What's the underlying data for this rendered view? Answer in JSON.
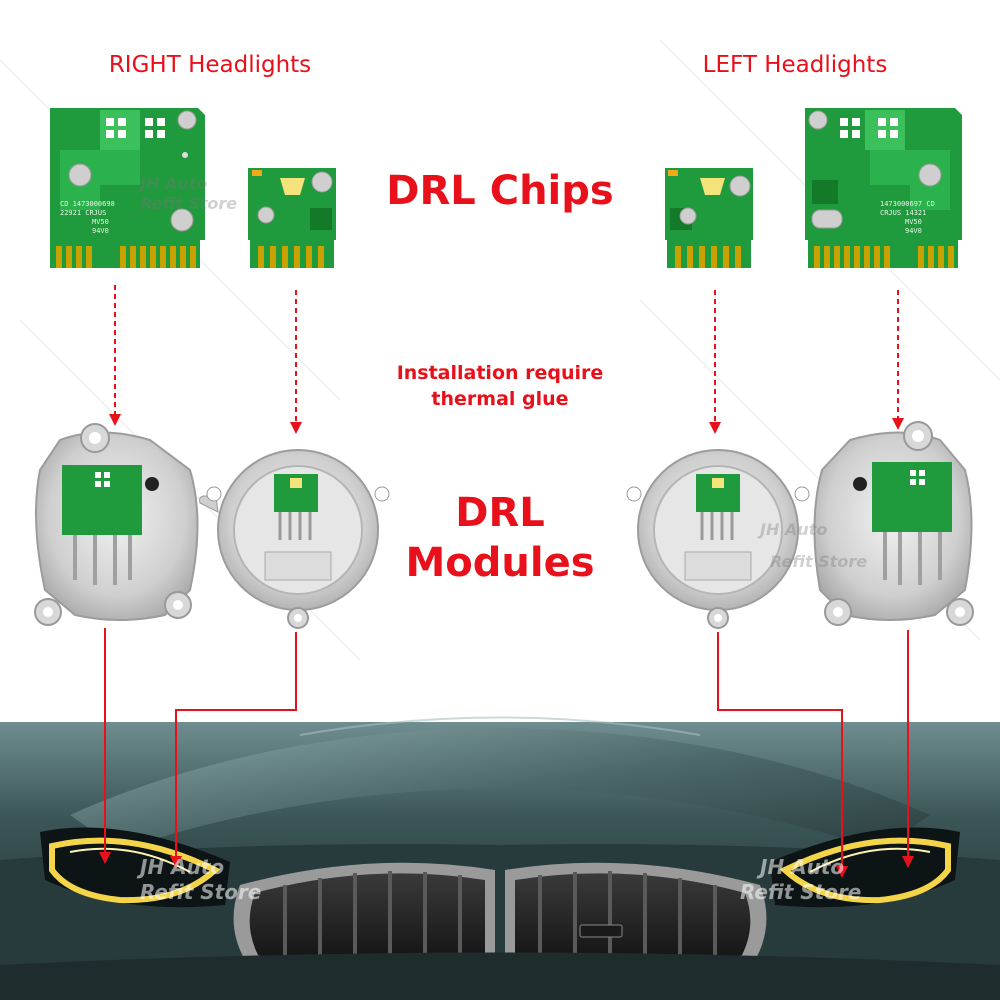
{
  "headings": {
    "right": "RIGHT Headlights",
    "left": "LEFT Headlights",
    "chips": "DRL Chips",
    "modules": "DRL\nModules"
  },
  "note": "Installation require\nthermal glue",
  "watermark": {
    "line1": "JH Auto",
    "line2": "Refit Store"
  },
  "pcb_text": {
    "right_large": [
      "CD 1473000698",
      "22921 CRJUS",
      "MV50",
      "94V0"
    ],
    "left_large": [
      "1473000697 CD",
      "CRJUS 14321",
      "MV50",
      "94V0"
    ]
  },
  "colors": {
    "accent": "#e8101a",
    "pcb": "#1f9a3c",
    "pcb_dark": "#137a2a",
    "silver": "#d4d4d4",
    "gold": "#c9a200",
    "drl_glow": "#f4d54a",
    "car_body": "#2e4546"
  }
}
